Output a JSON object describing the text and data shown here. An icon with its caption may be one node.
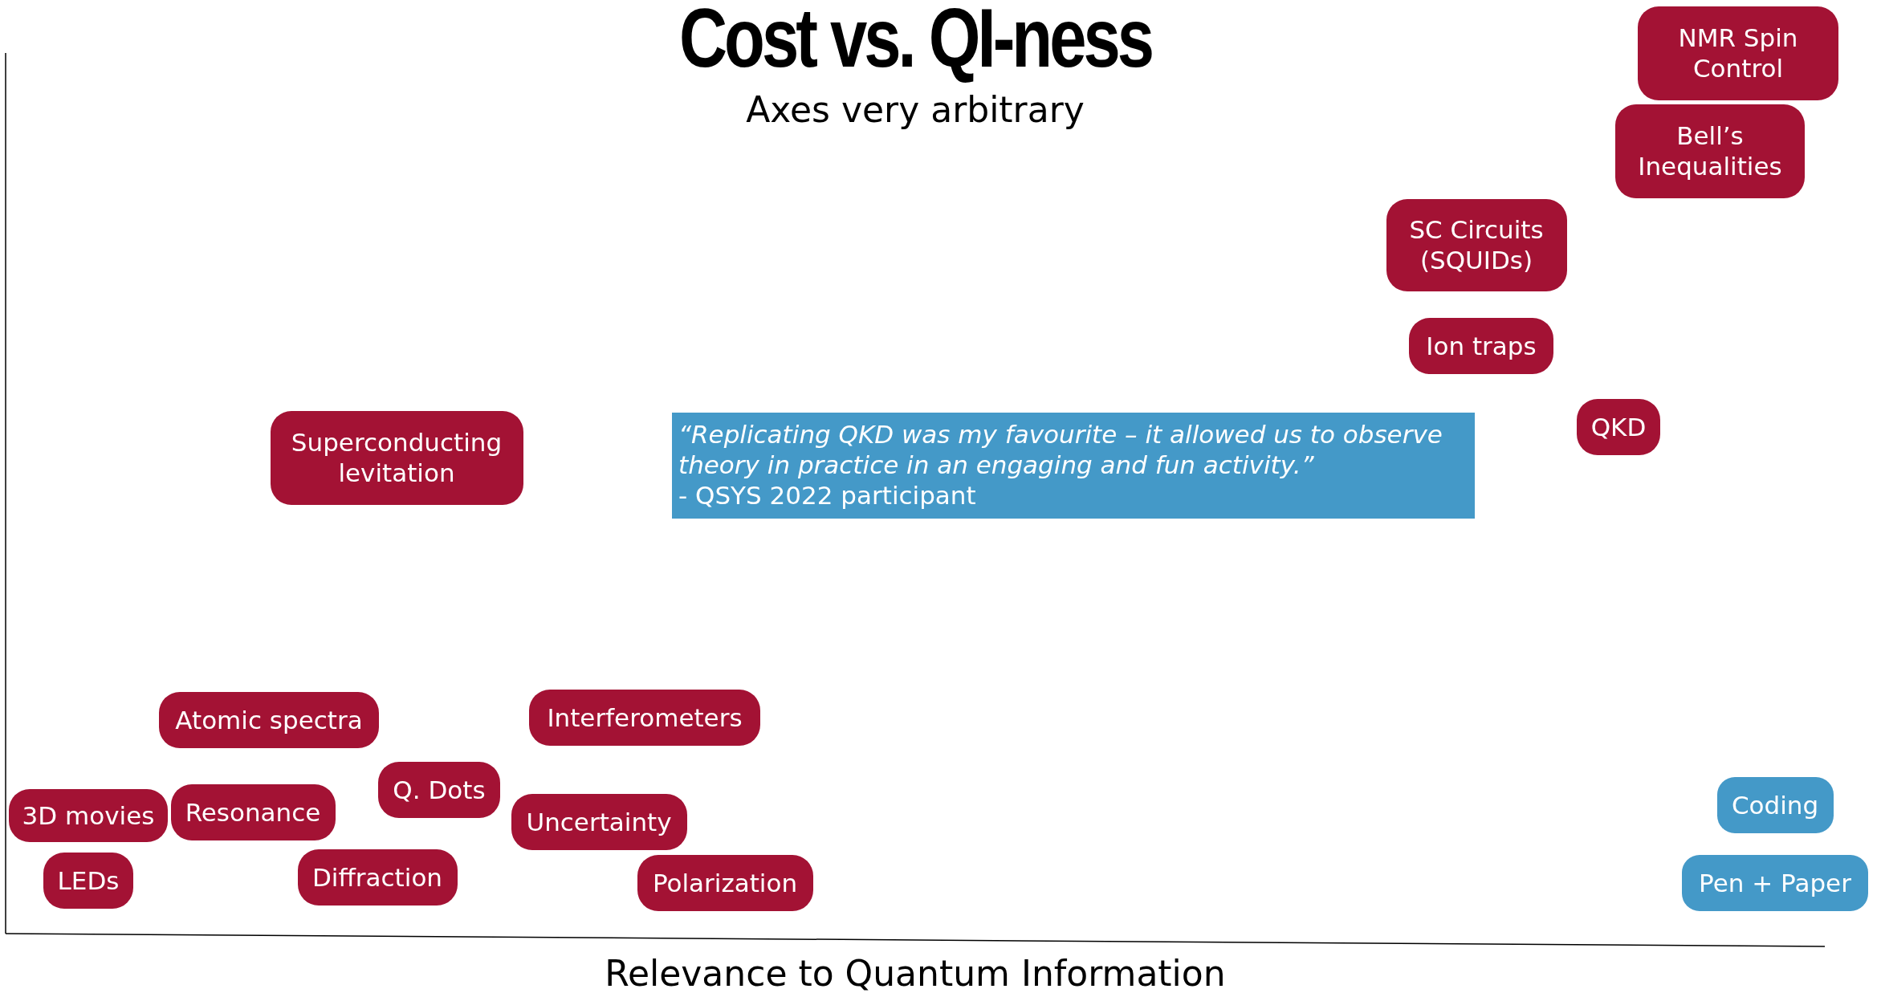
{
  "diagram": {
    "title": "Cost vs. QI-ness",
    "nodes": [
      {
        "text": [
          "NMR Spin Control"
        ]
      },
      {
        "text": [
          "Bell’s Inequalities"
        ]
      },
      {
        "text": [
          "SC Circuits (SQUIDs)"
        ]
      },
      {
        "text": [
          "Ion traps"
        ]
      },
      {
        "text": [
          "QKD"
        ]
      },
      {
        "text": [
          "Superconducting levitation"
        ]
      },
      {
        "text": [
          "“Replicating QKD was my favourite – it allowed us to observe theory in practice in an engaging and fun activity.”",
          "- QSYS 2022 participant"
        ]
      },
      {
        "text": [
          "Interferometers"
        ]
      },
      {
        "text": [
          "Atomic spectra"
        ]
      },
      {
        "text": [
          "Q. Dots"
        ]
      },
      {
        "text": [
          "Coding"
        ]
      },
      {
        "text": [
          "Resonance"
        ]
      },
      {
        "text": [
          "3D movies"
        ]
      },
      {
        "text": [
          "Uncertainty"
        ]
      },
      {
        "text": [
          "Diffraction"
        ]
      },
      {
        "text": [
          "LEDs"
        ]
      },
      {
        "text": [
          "Polarization"
        ]
      },
      {
        "text": [
          "Pen + Paper"
        ]
      }
    ],
    "labels": [
      "Axes very arbitrary",
      "Relevance to Quantum Information"
    ]
  }
}
